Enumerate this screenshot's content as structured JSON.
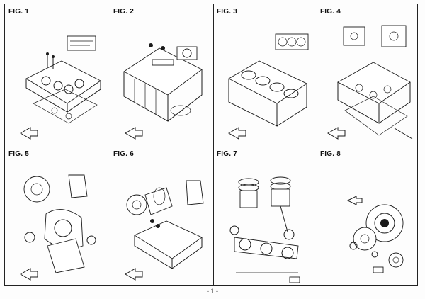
{
  "figures": [
    {
      "label": "FIG. 1"
    },
    {
      "label": "FIG. 2"
    },
    {
      "label": "FIG. 3"
    },
    {
      "label": "FIG. 4"
    },
    {
      "label": "FIG. 5"
    },
    {
      "label": "FIG. 6"
    },
    {
      "label": "FIG. 7"
    },
    {
      "label": "FIG. 8"
    }
  ],
  "page_number": "- 1 -"
}
